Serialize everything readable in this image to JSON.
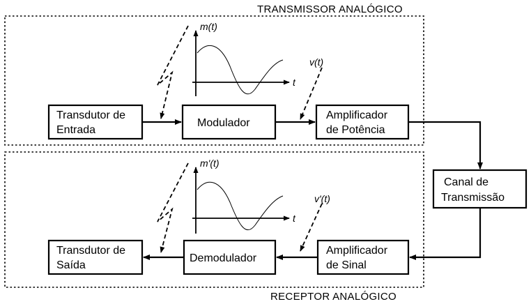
{
  "sections": {
    "transmitter": "TRANSMISSOR ANALÓGICO",
    "receiver": "RECEPTOR ANALÓGICO"
  },
  "blocks": {
    "input_transducer": [
      "Transdutor de",
      "Entrada"
    ],
    "modulator": [
      "Modulador"
    ],
    "power_amplifier": [
      "Amplificador",
      "de Potência"
    ],
    "channel": [
      "Canal de",
      "Transmissão"
    ],
    "signal_amplifier": [
      "Amplificador",
      "de Sinal"
    ],
    "demodulator": [
      "Demodulador"
    ],
    "output_transducer": [
      "Transdutor de",
      "Saída"
    ]
  },
  "signals": {
    "m": "m(t)",
    "m_prime": "m'(t)",
    "v": "v(t)",
    "v_prime": "v'(t)",
    "t_top": "t",
    "t_bottom": "t"
  }
}
